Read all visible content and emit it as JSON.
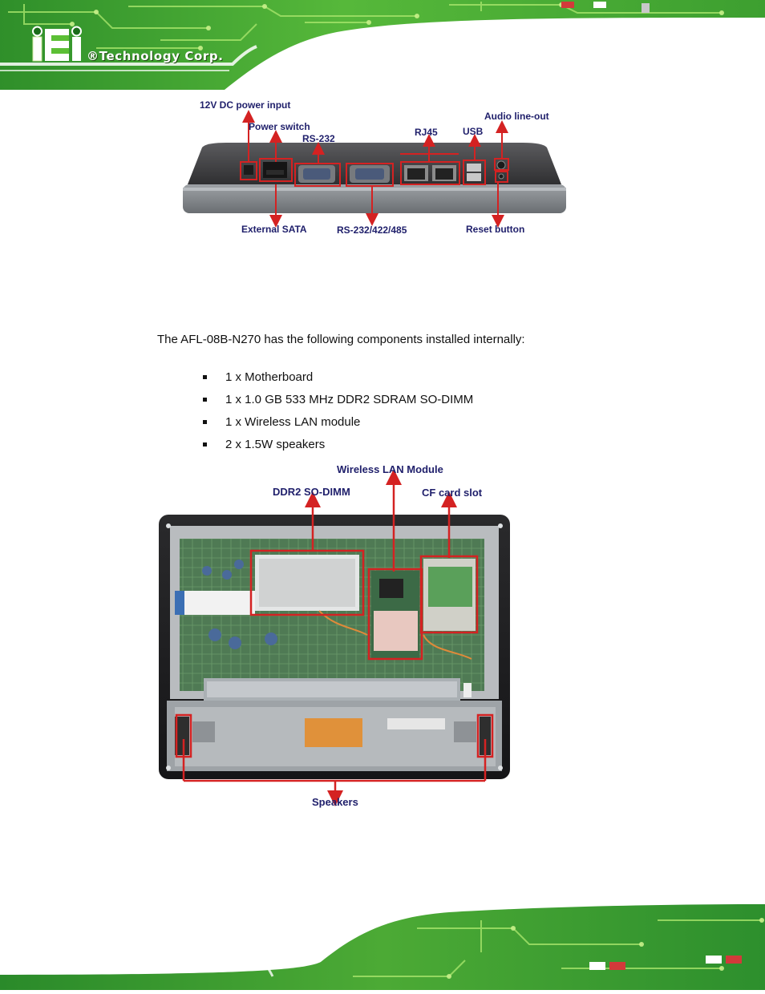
{
  "header": {
    "logo_text": "iEi",
    "company": "®Technology Corp."
  },
  "figure_top": {
    "labels": {
      "power_input": "12V DC power input",
      "power_switch": "Power switch",
      "rs232": "RS-232",
      "rj45": "RJ45",
      "usb": "USB",
      "audio": "Audio line-out",
      "sata": "External SATA",
      "rs422": "RS-232/422/485",
      "reset": "Reset button"
    }
  },
  "body": {
    "intro": "The AFL-08B-N270 has the following components installed internally:",
    "items": [
      "1 x Motherboard",
      "1 x 1.0 GB 533 MHz DDR2 SDRAM SO-DIMM",
      "1 x Wireless LAN module",
      "2 x 1.5W speakers"
    ]
  },
  "figure_bottom": {
    "labels": {
      "wlan": "Wireless LAN Module",
      "ddr2": "DDR2 SO-DIMM",
      "cf": "CF card slot",
      "speakers": "Speakers"
    }
  },
  "colors": {
    "pcb_green": "#3aa53a",
    "marker_red": "#d42222",
    "label_navy": "#1f1f6b"
  }
}
